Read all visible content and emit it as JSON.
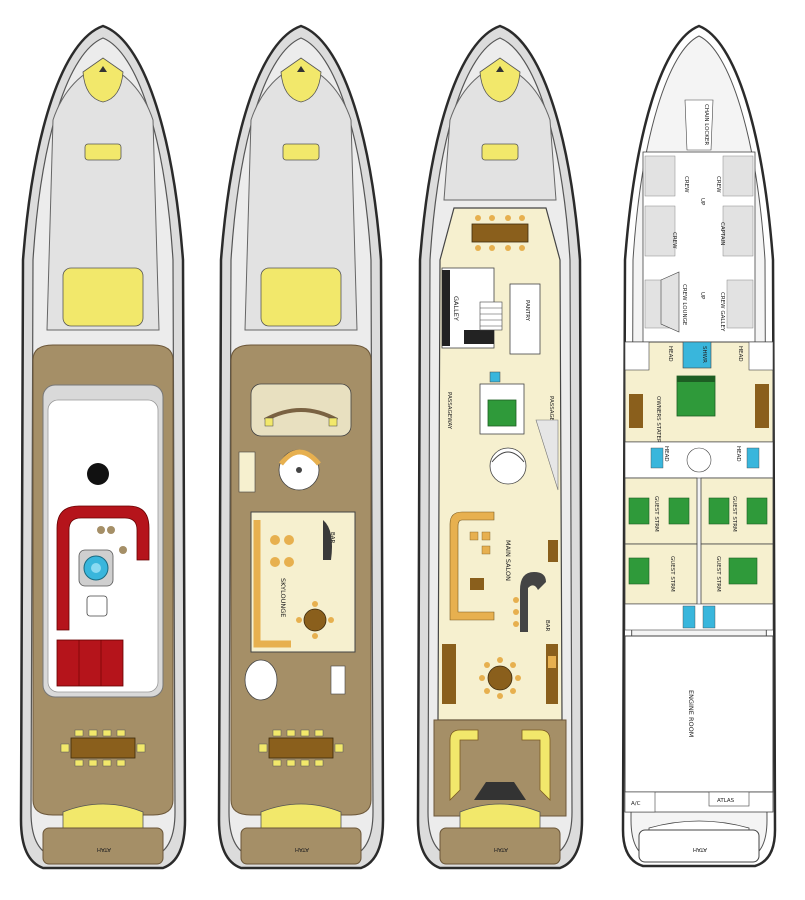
{
  "colors": {
    "hull_outline": "#2b2b2b",
    "hull_fill": "#dcdcdc",
    "hull_inner": "#e8e8e8",
    "teak": "#a58f67",
    "teak_dark": "#7a6242",
    "interior": "#f6f0cf",
    "hatch_yellow": "#f2e86b",
    "carpet": "#e7b04f",
    "bed_green": "#2f9a3a",
    "sofa_red": "#b5141b",
    "jacuzzi_blue": "#39b6dc",
    "wood_table": "#8a5f1c",
    "engine_room": "#ffffff"
  },
  "decks": [
    {
      "id": "sun-deck",
      "stern_label": "ATAH"
    },
    {
      "id": "bridge-deck",
      "stern_label": "ATAH",
      "labels": {
        "skylounge": "SKYLOUNGE",
        "bar": "BAR"
      }
    },
    {
      "id": "main-deck",
      "stern_label": "ATAH",
      "labels": {
        "galley": "GALLEY",
        "pantry": "PANTRY",
        "passageway_left": "PASSAGEWAY",
        "passageway_right": "PASSAGEWAY",
        "main_salon": "MAIN SALON",
        "bar": "BAR"
      }
    },
    {
      "id": "lower-deck",
      "stern_label": "ATAH",
      "labels": {
        "chain_locker": "CHAIN LOCKER",
        "crew_1": "CREW",
        "crew_2": "CREW",
        "crew_3": "CREW",
        "captain": "CAPTAIN",
        "crew_lounge": "CREW LOUNGE",
        "crew_galley": "CREW GALLEY",
        "up_1": "UP",
        "up_2": "UP",
        "head_1": "HEAD",
        "head_2": "HEAD",
        "head_3": "HEAD",
        "head_4": "HEAD",
        "shwr": "SHWR",
        "owners_stateroom": "OWNERS STATEROOM",
        "guest_strm_1": "GUEST STRM",
        "guest_strm_2": "GUEST STRM",
        "guest_strm_3": "GUEST STRM",
        "guest_strm_4": "GUEST STRM",
        "engine_room": "ENGINE ROOM",
        "ac": "A/C",
        "atlas": "ATLAS"
      }
    }
  ]
}
